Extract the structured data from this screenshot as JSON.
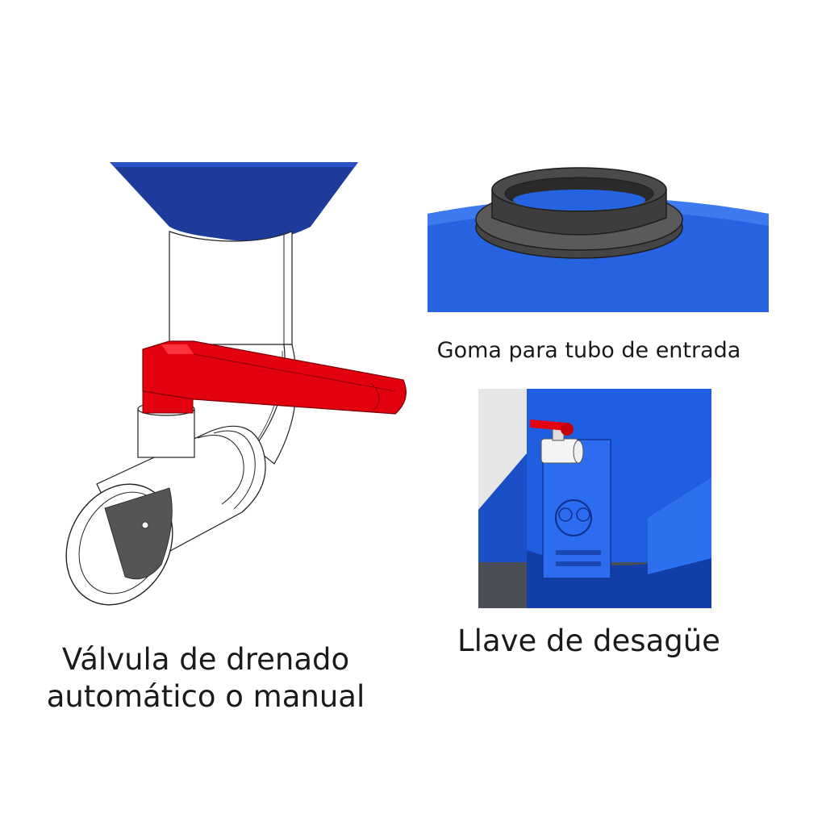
{
  "captions": {
    "valve": [
      "Válvula de drenado",
      "automático o manual"
    ],
    "gasket": "Goma para tubo de entrada",
    "drain": "Llave de desagüe"
  },
  "colors": {
    "tank_blue": "#2563e0",
    "tank_navy": "#1d3b9a",
    "handle_red": "#e3000f",
    "gasket_gray": "#454545",
    "pipe_white": "#ffffff",
    "outline": "#222222"
  },
  "icons": {
    "valve": "ball-valve-icon",
    "gasket": "rubber-gasket-icon",
    "drain": "drain-tap-icon"
  }
}
